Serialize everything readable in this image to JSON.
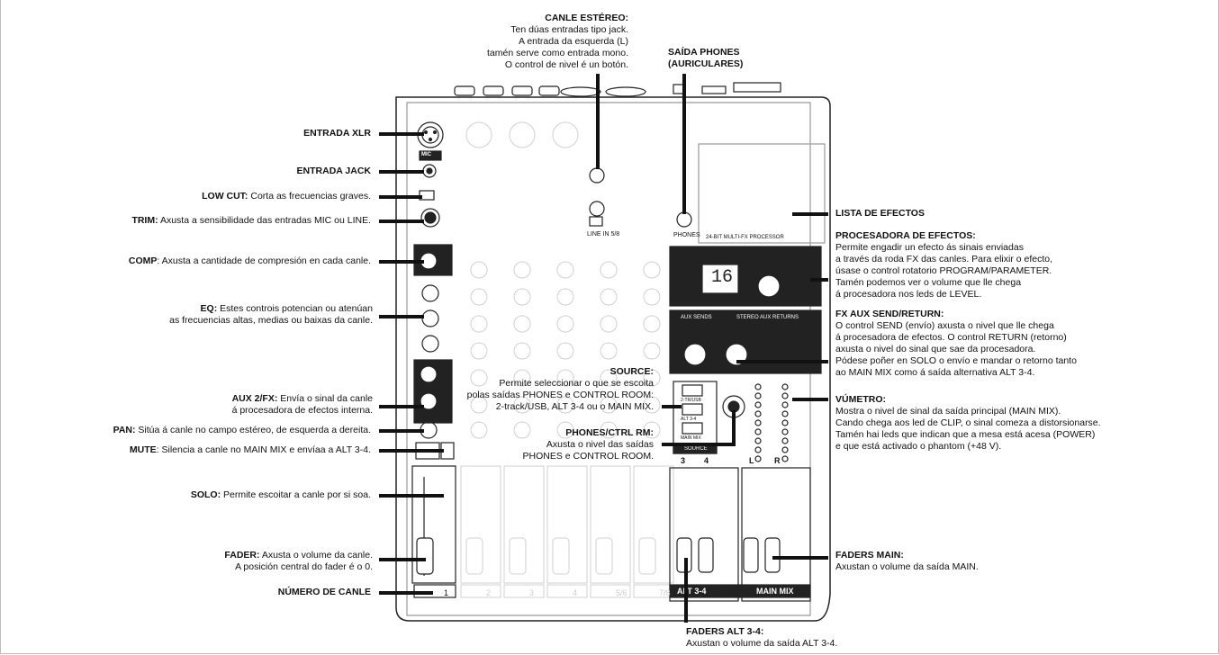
{
  "left_labels": {
    "xlr": {
      "title": "ENTRADA XLR"
    },
    "jack": {
      "title": "ENTRADA JACK"
    },
    "lowcut": {
      "title": "LOW CUT:",
      "text": " Corta as frecuencias graves."
    },
    "trim": {
      "title": "TRIM:",
      "text": " Axusta a sensibilidade das entradas MIC ou LINE."
    },
    "comp": {
      "title": "COMP",
      "text": ": Axusta a cantidade de compresión en cada canle."
    },
    "eq": {
      "title": "EQ:",
      "text": " Estes controis potencian ou atenúan",
      "text2": "as frecuencias altas, medias ou baixas da canle."
    },
    "aux": {
      "title": "AUX 2/FX:",
      "text": " Envía o sinal da canle",
      "text2": "á procesadora de efectos interna."
    },
    "pan": {
      "title": "PAN:",
      "text": " Sitúa á canle no campo estéreo, de esquerda a dereita."
    },
    "mute": {
      "title": "MUTE",
      "text": ": Silencia a canle no MAIN MIX e envíaa a ALT 3-4."
    },
    "solo": {
      "title": "SOLO:",
      "text": " Permite escoitar a canle por si soa."
    },
    "fader": {
      "title": "FADER:",
      "text": " Axusta o volume da canle.",
      "text2": "A posición central do fader é o 0."
    },
    "channel_number": {
      "title": "NÚMERO DE CANLE"
    }
  },
  "top_labels": {
    "stereo": {
      "title": "CANLE ESTÉREO:",
      "lines": [
        "Ten dúas entradas tipo jack.",
        "A entrada da esquerda (L)",
        "tamén serve como entrada mono.",
        "O control de nivel é un botón."
      ]
    },
    "phones": {
      "title": "SAÍDA PHONES",
      "title2": "(AURICULARES)"
    }
  },
  "center_labels": {
    "source": {
      "title": "SOURCE:",
      "lines": [
        "Permite seleccionar o que se escoita",
        "polas saídas PHONES e CONTROL ROOM:",
        "2-track/USB, ALT 3-4 ou o MAIN MIX."
      ]
    },
    "phones_ctrl": {
      "title": "PHONES/CTRL RM:",
      "lines": [
        "Axusta o nivel das saídas",
        "PHONES e CONTROL ROOM."
      ]
    }
  },
  "right_labels": {
    "fx_list": {
      "title": "LISTA DE EFECTOS"
    },
    "processor": {
      "title": "PROCESADORA DE EFECTOS:",
      "lines": [
        "Permite engadir un efecto ás sinais enviadas",
        "a través da roda FX das canles. Para elixir o efecto,",
        "úsase o control rotatorio PROGRAM/PARAMETER.",
        "Tamén podemos ver o volume que lle chega",
        "á procesadora nos leds de LEVEL."
      ]
    },
    "fx_aux": {
      "title": "FX AUX SEND/RETURN:",
      "lines": [
        "O control SEND (envío) axusta o nivel que lle chega",
        "á procesadora de efectos. O control RETURN (retorno)",
        "axusta o nivel do sinal que sae da procesadora.",
        "Pódese poñer en SOLO o envío e mandar o retorno tanto",
        "ao MAIN MIX como á saída alternativa ALT 3-4."
      ]
    },
    "vu": {
      "title": "VÚMETRO:",
      "lines": [
        "Mostra o nivel de sinal da saída principal (MAIN MIX).",
        "Cando chega aos led de CLIP, o sinal comeza a distorsionarse.",
        "Tamén hai leds que indican que a mesa está acesa (POWER)",
        "e que está activado o phantom (+48 V)."
      ]
    },
    "faders_main": {
      "title": "FADERS MAIN:",
      "text": "Axustan o volume da saída MAIN."
    }
  },
  "bottom_labels": {
    "faders_alt": {
      "title": "FADERS ALT 3-4:",
      "text": "Axustan o volume da saída ALT 3-4."
    }
  },
  "mixer": {
    "channels": [
      "1",
      "2",
      "3",
      "4",
      "5/6",
      "7/8"
    ],
    "alt_label": "ALT 3-4",
    "main_label": "MAIN MIX",
    "display_value": "16",
    "alt_numbers": [
      "3",
      "4"
    ],
    "main_lr": [
      "L",
      "R"
    ],
    "line_in_label": "LINE IN 5/8",
    "phones_label": "PHONES",
    "mic_label": "MIC",
    "processor_label": "24-BIT MULTI-FX PROCESSOR",
    "source_buttons": [
      "2-TR/USB",
      "ALT 3-4",
      "MAIN MIX"
    ],
    "source_label": "SOURCE",
    "aux_sends": "AUX SENDS",
    "stereo_returns": "STEREO AUX RETURNS"
  }
}
